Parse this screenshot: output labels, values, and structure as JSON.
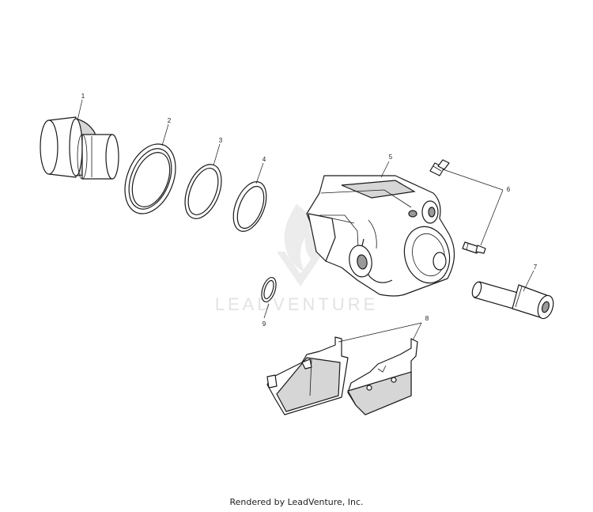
{
  "watermark": {
    "text": "LEADVENTURE"
  },
  "callouts": [
    {
      "id": "1",
      "label": "1"
    },
    {
      "id": "2",
      "label": "2"
    },
    {
      "id": "3",
      "label": "3"
    },
    {
      "id": "4",
      "label": "4"
    },
    {
      "id": "5",
      "label": "5"
    },
    {
      "id": "6",
      "label": "6"
    },
    {
      "id": "7",
      "label": "7"
    },
    {
      "id": "8",
      "label": "8"
    },
    {
      "id": "9",
      "label": "9"
    }
  ],
  "footer": {
    "text": "Rendered by LeadVenture, Inc."
  }
}
